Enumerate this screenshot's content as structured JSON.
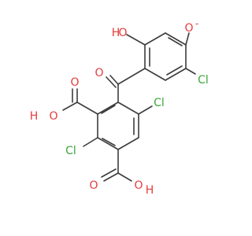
{
  "molecule": {
    "atoms": {
      "hydroxyl_top": "O",
      "hydroxyl_top_h": "H",
      "phenoxide_o": "O",
      "phenoxide_charge": "-",
      "ketone_o": "O",
      "chloro_right": "Cl",
      "acid1_o_double": "O",
      "acid1_o_h": "O",
      "acid1_h": "H",
      "chloro_ring_right": "Cl",
      "chloro_ring_left": "Cl",
      "acid2_o_double": "O",
      "acid2_o_h": "O",
      "acid2_h": "H"
    },
    "colors": {
      "bond": "#3c3c3c",
      "oxygen": "#e53b3b",
      "chlorine": "#3aa63a"
    }
  }
}
